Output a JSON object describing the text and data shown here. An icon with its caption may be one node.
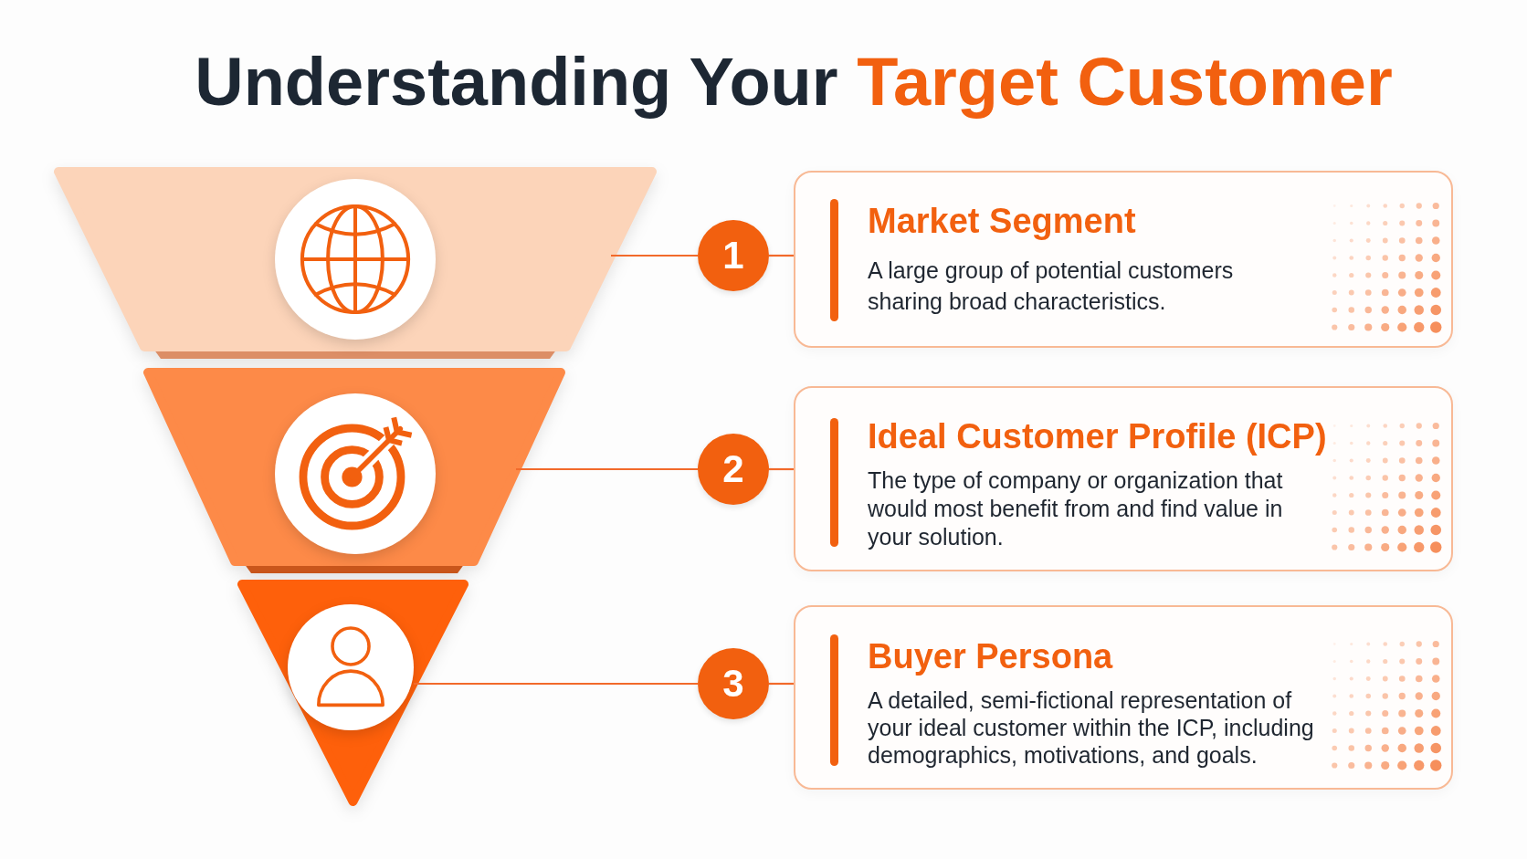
{
  "diagram": {
    "title": "Understanding Your Target Customer",
    "nodes": [
      {
        "text": [],
        "shape": "trapezoid"
      },
      {
        "text": [
          "1"
        ]
      },
      {
        "text": [
          "Market Segment",
          "A large group of potential customers sharing broad characteristics."
        ]
      },
      {
        "text": [],
        "shape": "trapezoid"
      },
      {
        "text": [
          "2"
        ]
      },
      {
        "text": [
          "Ideal Customer Profile (ICP)",
          "The type of company or organization that would most benefit from and find value in your solution."
        ]
      },
      {
        "text": [],
        "shape": "triangle"
      },
      {
        "text": [
          "3"
        ]
      },
      {
        "text": [
          "Buyer Persona",
          "A detailed, semi-fictional representation of your ideal customer within the ICP, including demographics, motivations, and goals."
        ]
      }
    ],
    "edges": [
      {
        "from": 0,
        "to": 1,
        "arrow": "none"
      },
      {
        "from": 1,
        "to": 2,
        "arrow": "none"
      },
      {
        "from": 3,
        "to": 4,
        "arrow": "none"
      },
      {
        "from": 4,
        "to": 5,
        "arrow": "none"
      },
      {
        "from": 6,
        "to": 7,
        "arrow": "none"
      },
      {
        "from": 7,
        "to": 8,
        "arrow": "none"
      }
    ]
  }
}
